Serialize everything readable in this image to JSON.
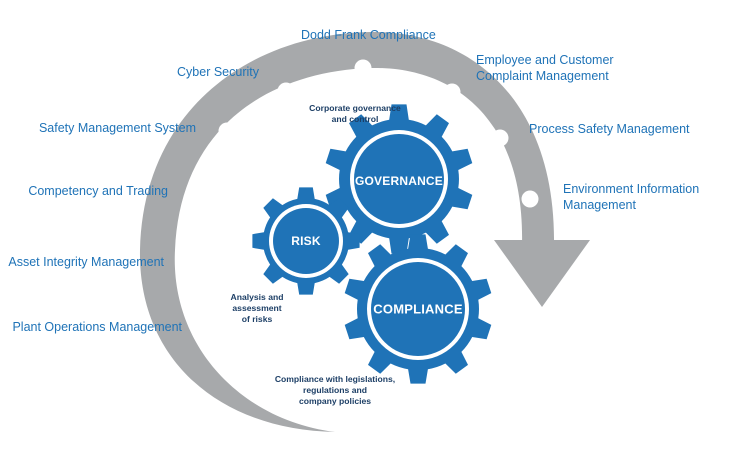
{
  "cycle_items": {
    "dodd_frank": "Dodd Frank Compliance",
    "employee_customer": [
      "Employee and Customer",
      "Complaint Management"
    ],
    "process_safety": "Process Safety Management",
    "environment_info": [
      "Environment Information",
      "Management"
    ],
    "cyber_security": "Cyber Security",
    "safety_mgmt": "Safety Management System",
    "competency": "Competency and Trading",
    "asset_integrity": "Asset Integrity Management",
    "plant_operations": "Plant Operations Management"
  },
  "gears": {
    "governance": {
      "title": "GOVERNANCE",
      "caption": [
        "Corporate governance",
        "and control"
      ]
    },
    "risk": {
      "title": "RISK",
      "caption": [
        "Analysis and",
        "assessment",
        "of risks"
      ]
    },
    "compliance": {
      "title": "COMPLIANCE",
      "caption": [
        "Compliance with legislations,",
        "regulations and",
        "company policies"
      ]
    }
  },
  "colors": {
    "gear_blue": "#1f73b7",
    "arc_gray": "#a7a9ab",
    "label_blue": "#1f73b7",
    "caption_navy": "#1d3f66"
  }
}
